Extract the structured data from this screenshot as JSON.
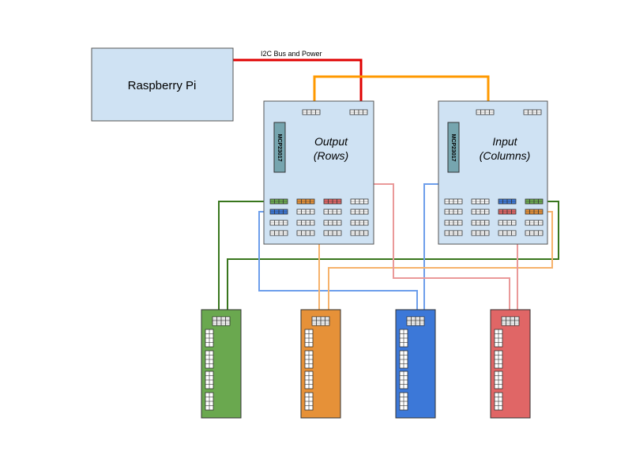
{
  "bus_label": "I2C Bus and Power",
  "pi": {
    "label": "Raspberry Pi"
  },
  "output_board": {
    "title_line1": "Output",
    "title_line2": "(Rows)",
    "chip": "MCP23017"
  },
  "input_board": {
    "title_line1": "Input",
    "title_line2": "(Columns)",
    "chip": "MCP23017"
  },
  "colors": {
    "box_fill": "#cfe2f3",
    "chip_fill": "#76a5af",
    "power_wire": "#e00000",
    "i2c_wire": "#ff9900",
    "green": "#6aa84f",
    "green_wire": "#38761d",
    "orange": "#e69138",
    "orange_wire": "#f6b26b",
    "blue": "#3c78d8",
    "blue_wire": "#6d9eeb",
    "red": "#e06666",
    "red_wire": "#ea9999"
  },
  "keypads": [
    {
      "color_name": "green"
    },
    {
      "color_name": "orange"
    },
    {
      "color_name": "blue"
    },
    {
      "color_name": "red"
    }
  ]
}
